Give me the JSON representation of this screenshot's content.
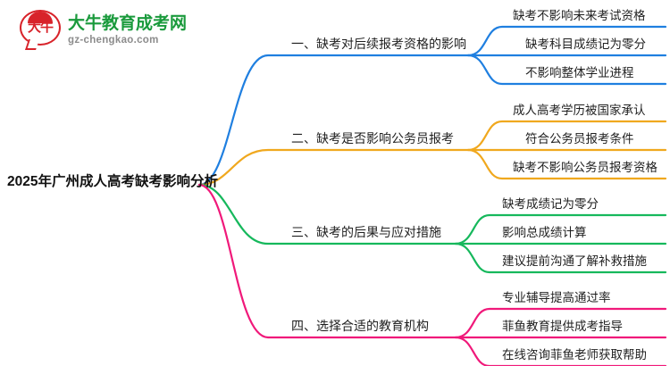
{
  "logo": {
    "mark_text": "大牛",
    "title": "大牛教育成考网",
    "subtitle": "gz-chengkao.com",
    "brand_green": "#1a9a3c",
    "brand_red": "#d8232a"
  },
  "mindmap": {
    "root": "2025年广州成人高考缺考影响分析",
    "branches": [
      {
        "index": "一",
        "label": "一、缺考对后续报考资格的影响",
        "color": "#1f7fe0",
        "leaves": [
          "缺考不影响未来考试资格",
          "缺考科目成绩记为零分",
          "不影响整体学业进程"
        ]
      },
      {
        "index": "二",
        "label": "二、缺考是否影响公务员报考",
        "color": "#f0a81e",
        "leaves": [
          "成人高考学历被国家承认",
          "符合公务员报考条件",
          "缺考不影响公务员报考资格"
        ]
      },
      {
        "index": "三",
        "label": "三、缺考的后果与应对措施",
        "color": "#16b85c",
        "leaves": [
          "缺考成绩记为零分",
          "影响总成绩计算",
          "建议提前沟通了解补救措施"
        ]
      },
      {
        "index": "四",
        "label": "四、选择合适的教育机构",
        "color": "#f0197a",
        "leaves": [
          "专业辅导提高通过率",
          "菲鱼教育提供成考指导",
          "在线咨询菲鱼老师获取帮助"
        ]
      }
    ]
  }
}
